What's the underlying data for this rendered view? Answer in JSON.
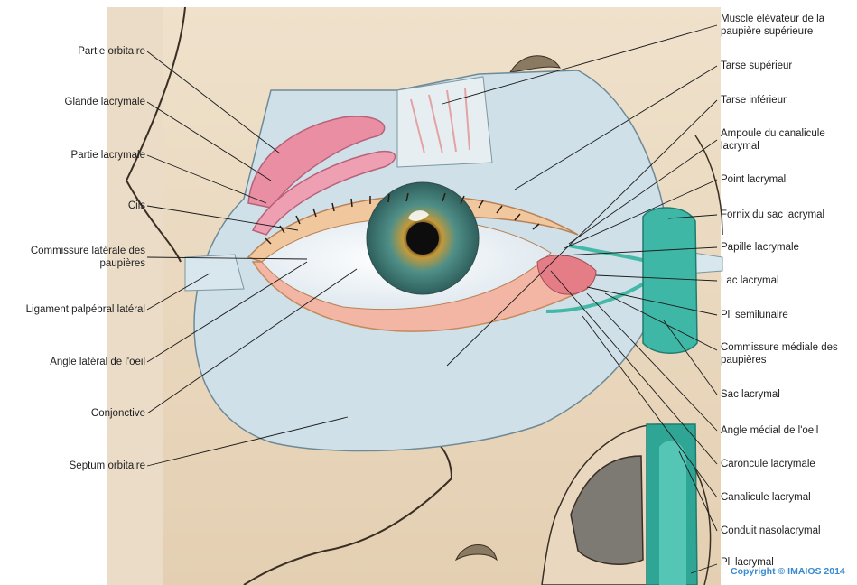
{
  "colors": {
    "skin": "#e9d8bf",
    "bone_outline": "#3a2f25",
    "membrane": "#c9dde6",
    "conjunctiva_pink": "#f3b6a5",
    "gland_pink": "#ea8fa3",
    "teal_sac": "#3fb7a6",
    "iris": "#5e8f8a",
    "leader_line": "#1a1a1a"
  },
  "labels_left": [
    "Partie orbitaire",
    "Glande lacrymale",
    "Partie lacrymale",
    "Cils",
    "Commissure latérale des paupières",
    "Ligament palpébral latéral",
    "Angle latéral de l'oeil",
    "Conjonctive",
    "Septum orbitaire"
  ],
  "labels_right": [
    "Muscle élévateur de la paupière supérieure",
    "Tarse supérieur",
    "Tarse inférieur",
    "Ampoule du canalicule lacrymal",
    "Point lacrymal",
    "Fornix du sac lacrymal",
    "Papille lacrymale",
    "Lac lacrymal",
    "Pli semilunaire",
    "Commissure médiale des paupières",
    "Sac lacrymal",
    "Angle médial de l'oeil",
    "Caroncule lacrymale",
    "Canalicule lacrymal",
    "Conduit nasolacrymal",
    "Pli lacrymal"
  ],
  "copyright": "Copyright © IMAIOS 2014"
}
